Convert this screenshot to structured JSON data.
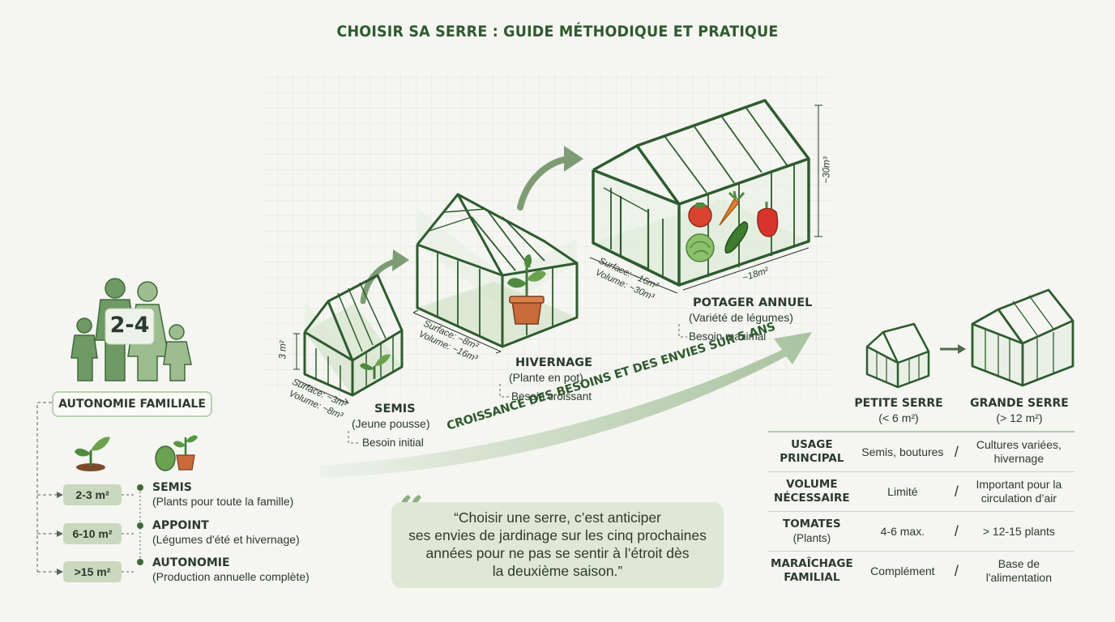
{
  "title": "CHOISIR SA SERRE : GUIDE MÉTHODIQUE ET PRATIQUE",
  "family_number": "2-4",
  "autonomy_label": "AUTONOMIE FAMILIALE",
  "levels": [
    {
      "area": "2-3 m²",
      "title": "SEMIS",
      "desc": "(Plants pour toute la famille)"
    },
    {
      "area": "6-10 m²",
      "title": "APPOINT",
      "desc": "(Légumes d'été et hivernage)"
    },
    {
      "area": ">15 m²",
      "title": "AUTONOMIE",
      "desc": "(Production annuelle complète)"
    }
  ],
  "greenhouses": [
    {
      "title": "SEMIS",
      "subtitle": "(Jeune pousse)",
      "need": "Besoin initial",
      "height": "3 m²",
      "surface": "Surface: ~3m²",
      "volume": "Volume: ~8m³"
    },
    {
      "title": "HIVERNAGE",
      "subtitle": "(Plante en pot)",
      "need": "Besoin croissant",
      "surface": "Surface: ~8m²",
      "volume": "Volume: ~16m³"
    },
    {
      "title": "POTAGER ANNUEL",
      "subtitle": "(Variété de légumes)",
      "need": "Besoin maximal",
      "surface": "Surface: ~16m²",
      "volume": "Volume: ~30m³",
      "height": "~30m³",
      "width": "~18m²"
    }
  ],
  "growth_label": "CROISSANCE DES BESOINS ET DES ENVIES SUR 5 ANS",
  "quote": {
    "lines": [
      "“Choisir une serre, c’est anticiper",
      "ses envies de jardinage sur les cinq prochaines",
      "années pour ne pas se sentir à l’étroit dès",
      "la deuxième saison.”"
    ]
  },
  "comparison": {
    "small": {
      "title": "PETITE SERRE",
      "sub": "(< 6 m²)"
    },
    "large": {
      "title": "GRANDE SERRE",
      "sub": "(> 12 m²)"
    },
    "rows": [
      {
        "h1": "USAGE",
        "h2": "PRINCIPAL",
        "small": "Semis, boutures",
        "large1": "Cultures variées,",
        "large2": "hivernage"
      },
      {
        "h1": "VOLUME",
        "h2": "NÉCESSAIRE",
        "small": "Limité",
        "large1": "Important pour la",
        "large2": "circulation d’air"
      },
      {
        "h1": "TOMATES",
        "h2": "(Plants)",
        "small": "4-6 max.",
        "large1": "> 12-15 plants",
        "large2": ""
      },
      {
        "h1": "MARAÎCHAGE",
        "h2": "FAMILIAL",
        "small": "Complément",
        "large1": "Base de",
        "large2": "l'alimentation"
      }
    ],
    "separator": "/"
  },
  "colors": {
    "dark_green": "#2f5a2f",
    "mid_green": "#8cad83",
    "light_green": "#dfe8d6",
    "background": "#f5f6f1"
  }
}
